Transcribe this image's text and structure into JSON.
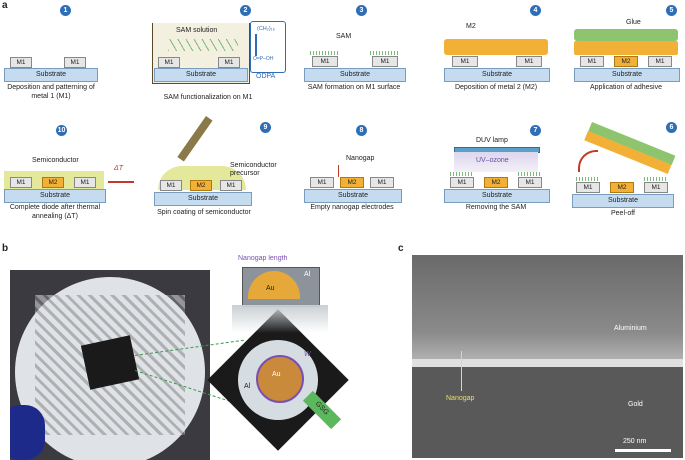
{
  "panels": {
    "a": "a",
    "b": "b",
    "c": "c"
  },
  "steps": [
    {
      "num": "1",
      "caption": "Deposition and patterning of metal 1 (M1)"
    },
    {
      "num": "2",
      "caption": "SAM functionalization on M1"
    },
    {
      "num": "3",
      "caption": "SAM formation on M1 surface"
    },
    {
      "num": "4",
      "caption": "Deposition of metal 2 (M2)"
    },
    {
      "num": "5",
      "caption": "Application of adhesive"
    },
    {
      "num": "10",
      "caption": "Complete diode after thermal annealing (ΔT)"
    },
    {
      "num": "9",
      "caption": "Spin coating of semiconductor"
    },
    {
      "num": "8",
      "caption": "Empty nanogap electrodes"
    },
    {
      "num": "7",
      "caption": "Removing the SAM"
    },
    {
      "num": "6",
      "caption": "Peel-off"
    }
  ],
  "labels": {
    "substrate": "Substrate",
    "m1": "M1",
    "m2": "M2",
    "sam_solution": "SAM solution",
    "sam": "SAM",
    "odpa": "ODPA",
    "ch2": "(CH₂)₁₆",
    "glue": "Glue",
    "duv": "DUV lamp",
    "uvozone": "UV–ozone",
    "nanogap": "Nanogap",
    "semi_precursor": "Semiconductor precursor",
    "semiconductor": "Semiconductor",
    "delta_t": "ΔT"
  },
  "panel_b": {
    "nanogap_length": "Nanogap length",
    "al": "Al",
    "au": "Au",
    "w": "W",
    "gsg": "GSG"
  },
  "panel_c": {
    "aluminium": "Aluminium",
    "gold": "Gold",
    "nanogap": "Nanogap",
    "scale": "250 nm"
  }
}
